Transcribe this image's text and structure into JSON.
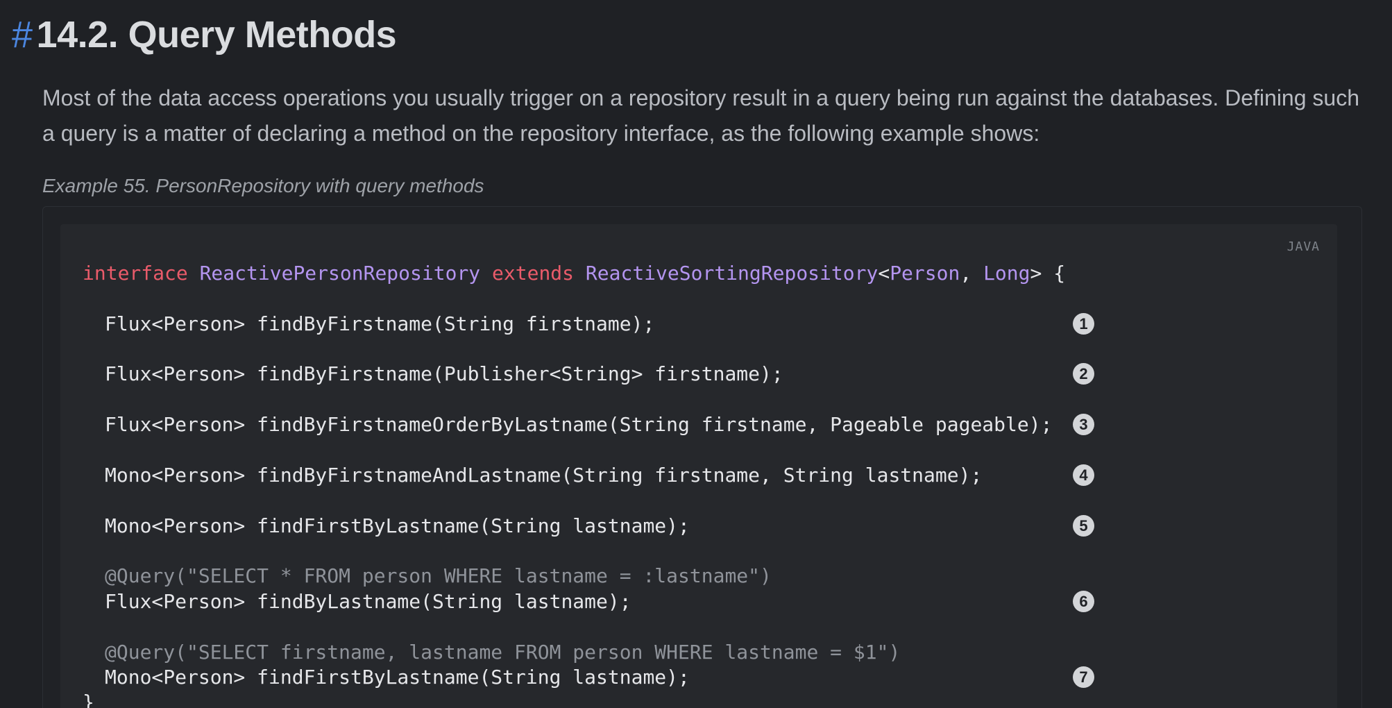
{
  "heading": {
    "anchor": "#",
    "title": "14.2. Query Methods"
  },
  "intro": "Most of the data access operations you usually trigger on a repository result in a query being run against the databases. Defining such a query is a matter of declaring a method on the repository interface, as the following example shows:",
  "example": {
    "title": "Example 55. PersonRepository with query methods",
    "language": "JAVA",
    "code": {
      "line1": {
        "kw_interface": "interface",
        "name": "ReactivePersonRepository",
        "kw_extends": "extends",
        "parent": "ReactiveSortingRepository",
        "lt": "<",
        "type_person": "Person",
        "comma": ", ",
        "type_long": "Long",
        "tail": "> {"
      },
      "methods": [
        "Flux<Person> findByFirstname(String firstname);",
        "Flux<Person> findByFirstname(Publisher<String> firstname);",
        "Flux<Person> findByFirstnameOrderByLastname(String firstname, Pageable pageable);",
        "Mono<Person> findByFirstnameAndLastname(String firstname, String lastname);",
        "Mono<Person> findFirstByLastname(String lastname);",
        "Flux<Person> findByLastname(String lastname);",
        "Mono<Person> findFirstByLastname(String lastname);"
      ],
      "annotations": [
        "@Query(\"SELECT * FROM person WHERE lastname = :lastname\")",
        "@Query(\"SELECT firstname, lastname FROM person WHERE lastname = $1\")"
      ],
      "closing": "}"
    },
    "callouts": [
      "1",
      "2",
      "3",
      "4",
      "5",
      "6",
      "7"
    ]
  }
}
